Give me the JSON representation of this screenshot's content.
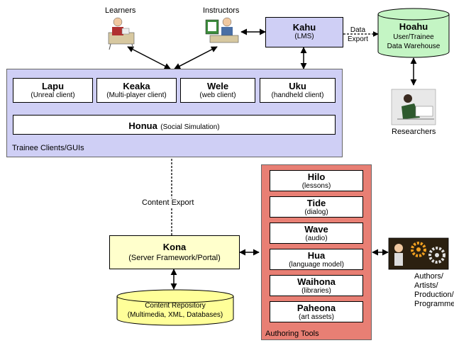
{
  "people": {
    "learners": "Learners",
    "instructors": "Instructors",
    "researchers": "Researchers",
    "authors": [
      "Authors/",
      "Artists/",
      "Production/",
      "Programmers"
    ]
  },
  "kahu": {
    "title": "Kahu",
    "sub": "(LMS)"
  },
  "data_export": [
    "Data",
    "Export"
  ],
  "hoahu": {
    "title": "Hoahu",
    "line1": "User/Trainee",
    "line2": "Data Warehouse"
  },
  "clients": [
    {
      "title": "Lapu",
      "sub": "(Unreal client)"
    },
    {
      "title": "Keaka",
      "sub": "(Multi-player client)"
    },
    {
      "title": "Wele",
      "sub": "(web client)"
    },
    {
      "title": "Uku",
      "sub": "(handheld client)"
    }
  ],
  "honua": {
    "title": "Honua",
    "sub": "(Social Simulation)"
  },
  "trainee_panel_label": "Trainee Clients/GUIs",
  "content_export": "Content Export",
  "kona": {
    "title": "Kona",
    "sub": "(Server Framework/Portal)"
  },
  "repository": {
    "line1": "Content Repository",
    "line2": "(Multimedia, XML, Databases)"
  },
  "tools": [
    {
      "title": "Hilo",
      "sub": "(lessons)"
    },
    {
      "title": "Tide",
      "sub": "(dialog)"
    },
    {
      "title": "Wave",
      "sub": "(audio)"
    },
    {
      "title": "Hua",
      "sub": "(language model)"
    },
    {
      "title": "Waihona",
      "sub": "(libraries)"
    },
    {
      "title": "Paheona",
      "sub": "(art assets)"
    }
  ],
  "authoring_panel_label": "Authoring Tools",
  "colors": {
    "trainee_panel": "#cfcff5",
    "kahu_fill": "#cfcff5",
    "hoahu_fill": "#c4f5c4",
    "kona_fill": "#ffffcc",
    "repository_fill": "#ffff99",
    "authoring_panel": "#e87f74"
  }
}
